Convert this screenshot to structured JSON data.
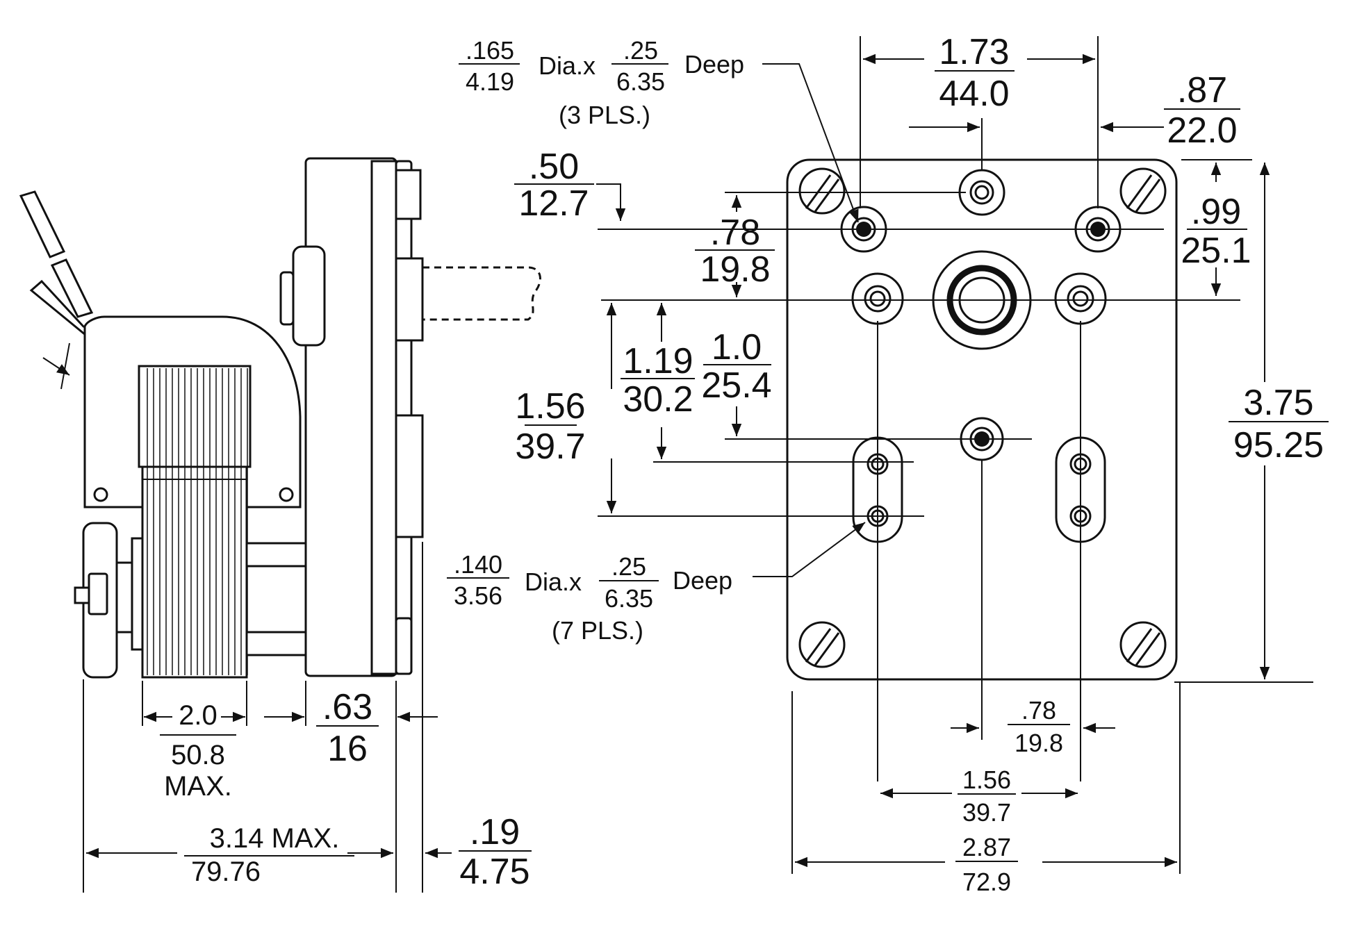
{
  "side_view": {
    "dims": {
      "depth_in": "2.0",
      "depth_mm": "50.8",
      "depth_note": "MAX.",
      "gear_in": ".63",
      "gear_mm": "16",
      "overall_in": "3.14 MAX.",
      "overall_mm": "79.76",
      "flange_in": ".19",
      "flange_mm": "4.75"
    }
  },
  "front_view": {
    "callouts": {
      "top_hole_dia_in": ".165",
      "top_hole_dia_mm": "4.19",
      "top_hole_mid": "Dia.x",
      "top_hole_depth_in": ".25",
      "top_hole_depth_mm": "6.35",
      "top_hole_deep": "Deep",
      "top_hole_qty": "(3 PLS.)",
      "bot_hole_dia_in": ".140",
      "bot_hole_dia_mm": "3.56",
      "bot_hole_mid": "Dia.x",
      "bot_hole_depth_in": ".25",
      "bot_hole_depth_mm": "6.35",
      "bot_hole_deep": "Deep",
      "bot_hole_qty": "(7 PLS.)"
    },
    "dims": {
      "top_span_in": "1.73",
      "top_span_mm": "44.0",
      "right_offset_in": ".87",
      "right_offset_mm": "22.0",
      "left_top_in": ".50",
      "left_top_mm": "12.7",
      "hole_row_in": ".78",
      "hole_row_mm": "19.8",
      "right_vert_in": ".99",
      "right_vert_mm": "25.1",
      "shaft_to_lower_in": "1.0",
      "shaft_to_lower_mm": "25.4",
      "shaft_to_slot_in": "1.19",
      "shaft_to_slot_mm": "30.2",
      "shaft_to_slot2_in": "1.56",
      "shaft_to_slot2_mm": "39.7",
      "height_in": "3.75",
      "height_mm": "95.25",
      "bottom_offset_in": ".78",
      "bottom_offset_mm": "19.8",
      "slot_span_in": "1.56",
      "slot_span_mm": "39.7",
      "width_in": "2.87",
      "width_mm": "72.9"
    }
  }
}
